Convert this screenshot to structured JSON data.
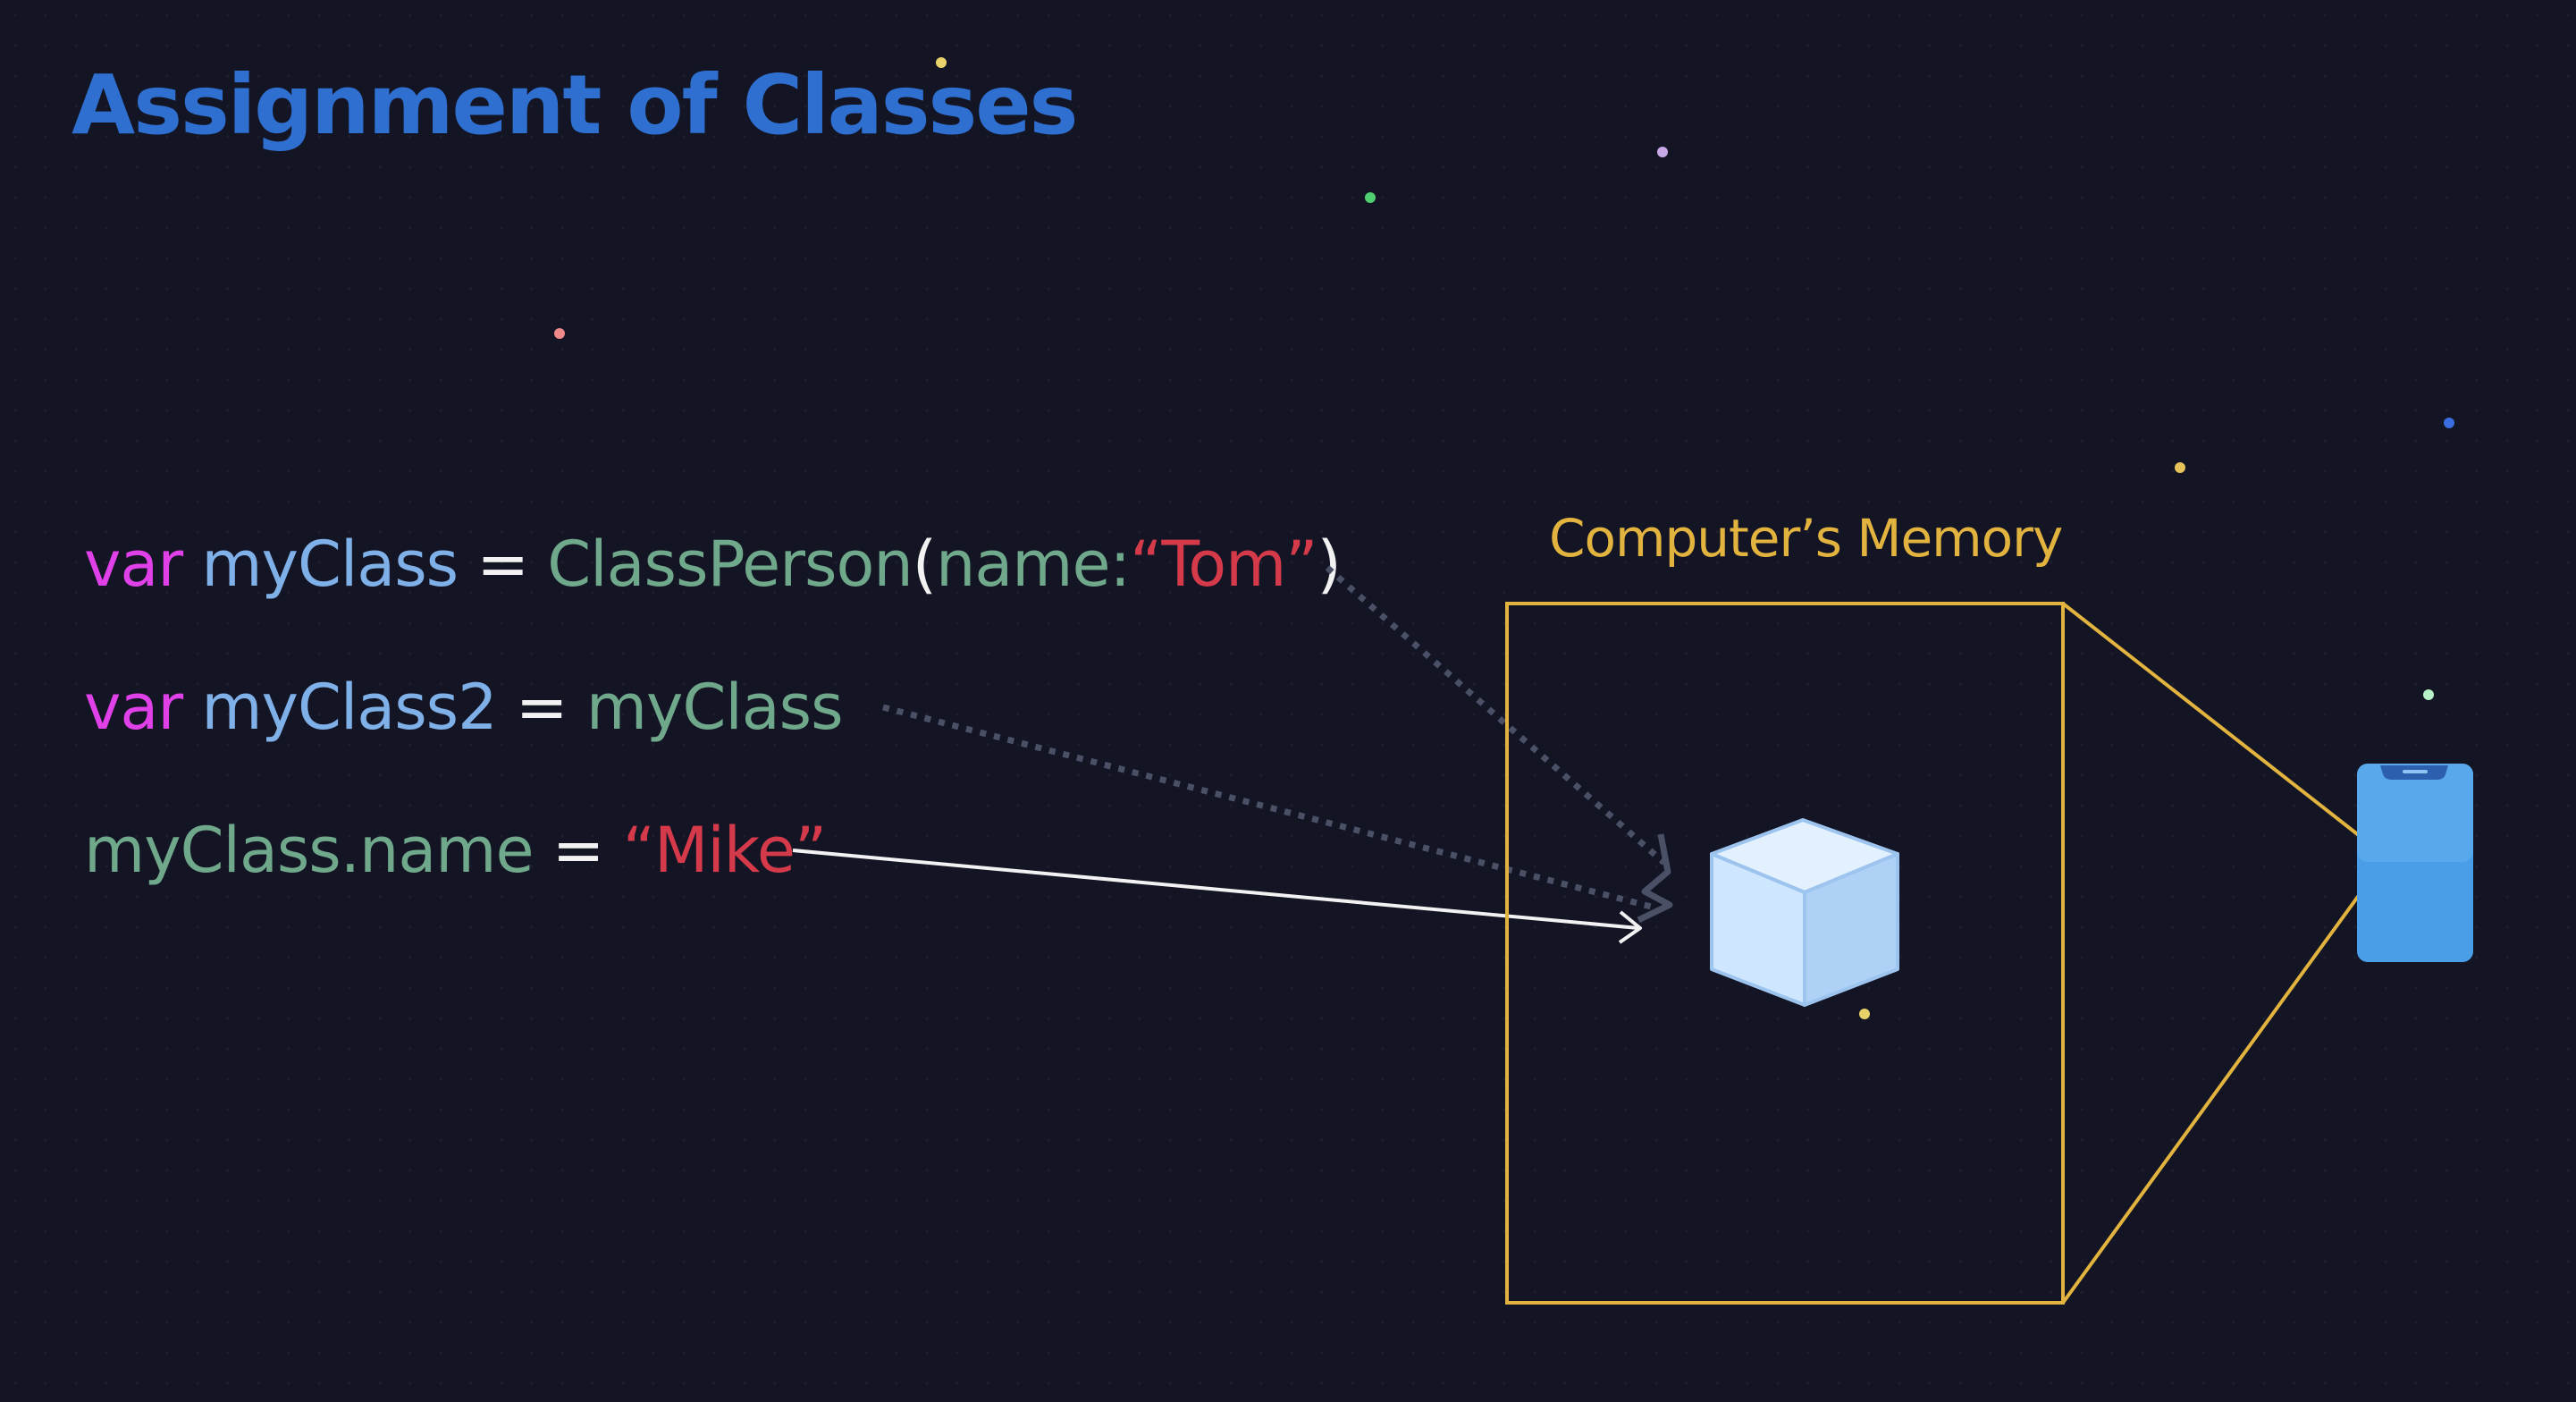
{
  "title": "Assignment of Classes",
  "code": [
    {
      "tokens": [
        {
          "text": "var ",
          "kind": "kw"
        },
        {
          "text": "myClass",
          "kind": "var"
        },
        {
          "text": " = ",
          "kind": "op"
        },
        {
          "text": "ClassPerson",
          "kind": "type"
        },
        {
          "text": "(",
          "kind": "op"
        },
        {
          "text": "name:",
          "kind": "type"
        },
        {
          "text": "“Tom”",
          "kind": "str"
        },
        {
          "text": ")",
          "kind": "op"
        }
      ]
    },
    {
      "tokens": [
        {
          "text": "var ",
          "kind": "kw"
        },
        {
          "text": "myClass2",
          "kind": "var"
        },
        {
          "text": " = ",
          "kind": "op"
        },
        {
          "text": "myClass",
          "kind": "type"
        }
      ]
    },
    {
      "tokens": [
        {
          "text": "myClass.name",
          "kind": "type"
        },
        {
          "text": " = ",
          "kind": "op"
        },
        {
          "text": "“Mike”",
          "kind": "str"
        }
      ]
    }
  ],
  "memory": {
    "label": "Computer’s Memory",
    "border_color": "#e2b33e"
  },
  "colors": {
    "background": "#131424",
    "title": "#2e6fd0",
    "keyword": "#e040e8",
    "variable": "#7fb0e8",
    "operator": "#f2f2f2",
    "type": "#6fa88a",
    "string": "#d43a4a",
    "cube": "#cfe6ff",
    "device": "#4a9ee8"
  },
  "icons": {
    "object": "cube-icon",
    "device": "phone-icon"
  }
}
